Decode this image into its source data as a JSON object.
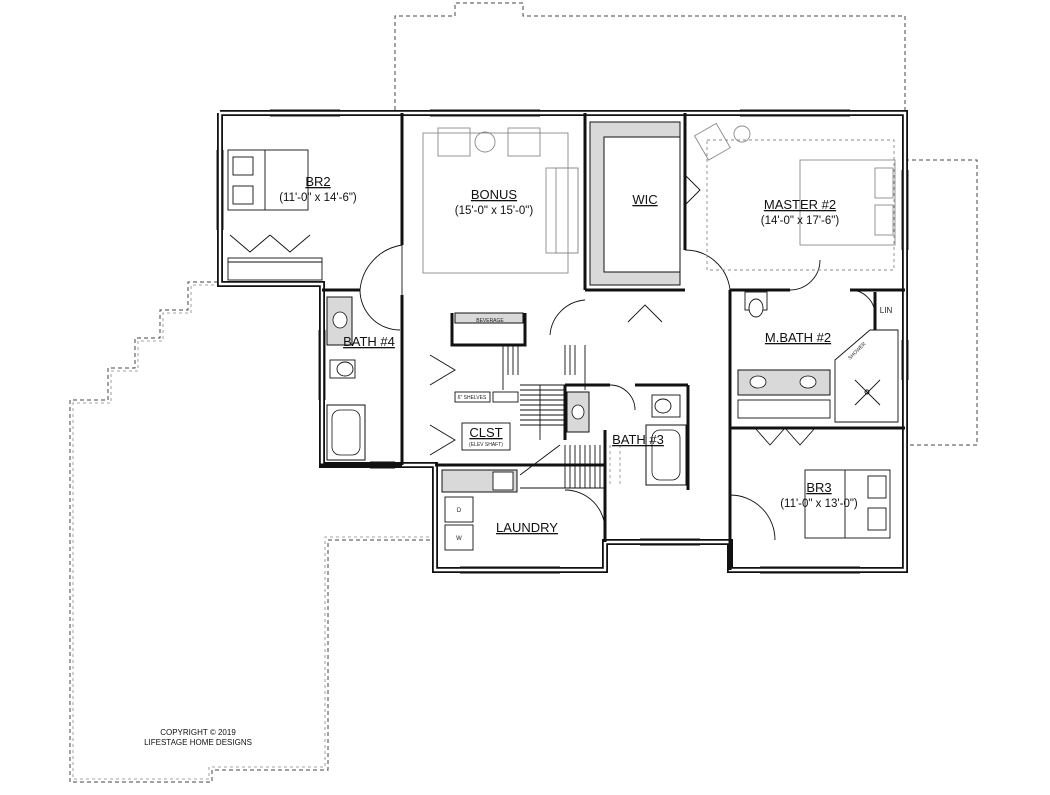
{
  "rooms": {
    "br2": {
      "name": "BR2",
      "dims": "(11'-0\" x 14'-6\")"
    },
    "bonus": {
      "name": "BONUS",
      "dims": "(15'-0\" x 15'-0\")"
    },
    "wic": {
      "name": "WIC"
    },
    "master2": {
      "name": "MASTER #2",
      "dims": "(14'-0\" x 17'-6\")"
    },
    "bath4": {
      "name": "BATH #4"
    },
    "mbath2": {
      "name": "M.BATH #2"
    },
    "lin": {
      "name": "LIN"
    },
    "clst": {
      "name": "CLST",
      "note": "(ELEV SHAFT)"
    },
    "bath3": {
      "name": "BATH #3"
    },
    "br3": {
      "name": "BR3",
      "dims": "(11'-0\" x 13'-0\")"
    },
    "laundry": {
      "name": "LAUNDRY"
    }
  },
  "labels": {
    "beverage": "BEVERAGE",
    "shelves": "6\" SHELVES",
    "shower": "SHOWER",
    "dryer": "D",
    "washer": "W"
  },
  "copyright": {
    "line1": "COPYRIGHT © 2019",
    "line2": "LIFESTAGE HOME DESIGNS"
  },
  "colors": {
    "wall": "#111111",
    "furniture": "#8a8a8a",
    "shading": "#d9d9d9"
  }
}
